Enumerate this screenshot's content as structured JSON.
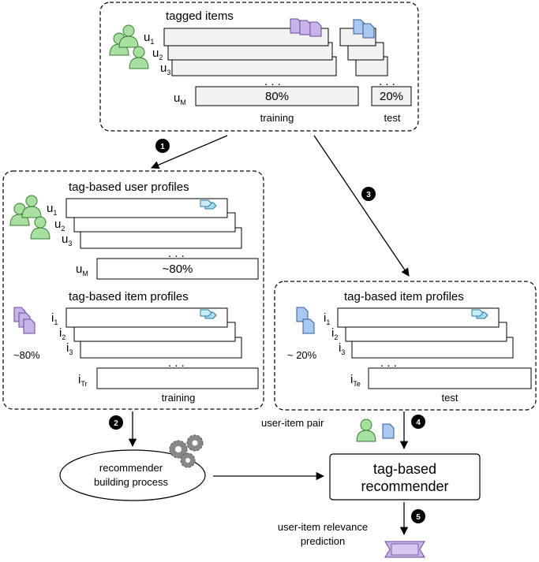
{
  "top": {
    "title": "tagged items",
    "users": [
      "u",
      "u",
      "u",
      "u"
    ],
    "user_subs": [
      "1",
      "2",
      "3",
      "M"
    ],
    "training_pct": "80%",
    "test_pct": "20%",
    "training_label": "training",
    "test_label": "test",
    "dots": ". . ."
  },
  "left": {
    "user_profiles_title": "tag-based user profiles",
    "users": [
      "u",
      "u",
      "u",
      "u"
    ],
    "user_subs": [
      "1",
      "2",
      "3",
      "M"
    ],
    "user_pct": "~80%",
    "item_profiles_title": "tag-based item profiles",
    "items": [
      "i",
      "i",
      "i",
      "i"
    ],
    "item_subs": [
      "1",
      "2",
      "3",
      "Tr"
    ],
    "item_pct": "~80%",
    "training_label": "training",
    "dots": ". . ."
  },
  "right": {
    "item_profiles_title": "tag-based item profiles",
    "items": [
      "i",
      "i",
      "i",
      "i"
    ],
    "item_subs": [
      "1",
      "2",
      "3",
      "Te"
    ],
    "item_pct": "~ 20%",
    "test_label": "test",
    "dots": ". . ."
  },
  "steps": [
    "1",
    "2",
    "3",
    "4",
    "5"
  ],
  "process": {
    "line1": "recommender",
    "line2": "building process"
  },
  "recommender": {
    "line1": "tag-based",
    "line2": "recommender"
  },
  "pair_label": "user-item pair",
  "relevance": {
    "line1": "user-item relevance",
    "line2": "prediction"
  },
  "colors": {
    "user_icon": "#a8e0a0",
    "item_icon_purple": "#c8b4e8",
    "item_icon_blue": "#a8c8f0",
    "tag_icon": "#a8dcf0",
    "gear": "#888888"
  }
}
